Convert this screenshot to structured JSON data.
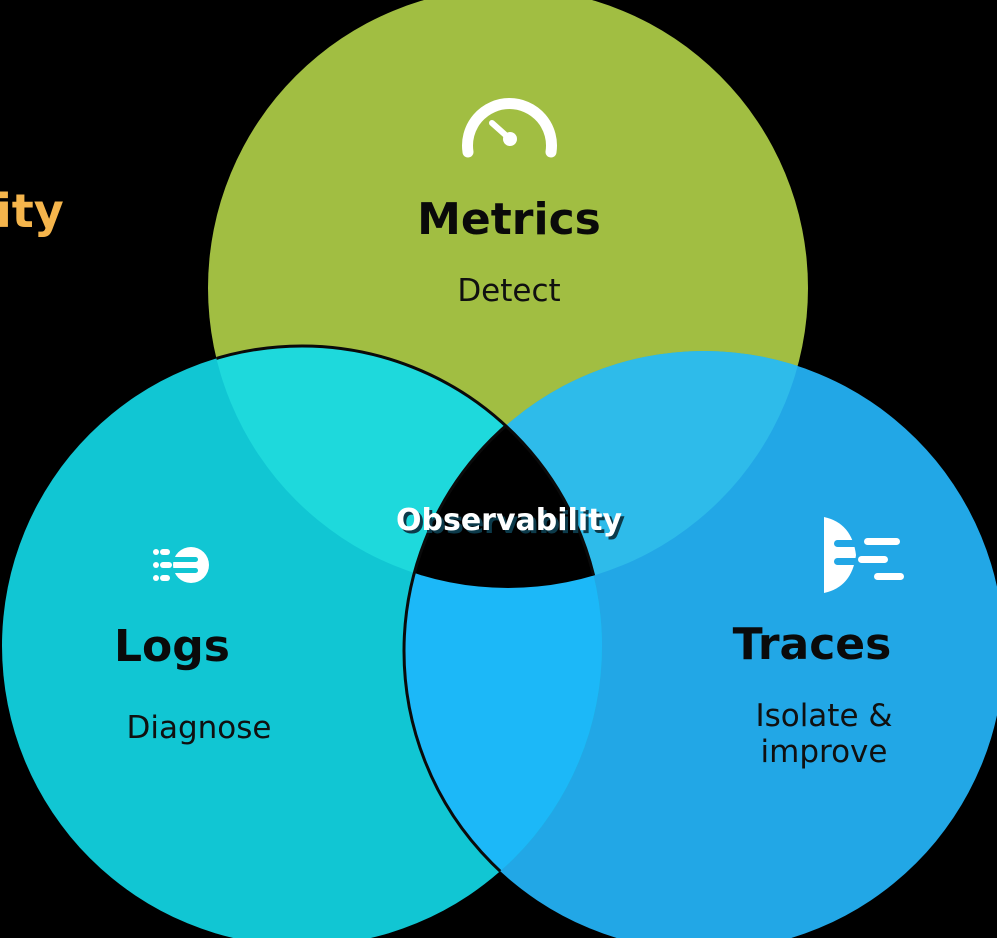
{
  "page_title_fragment": "ity",
  "center_label": "Observability",
  "circles": {
    "metrics": {
      "title": "Metrics",
      "subtitle": "Detect",
      "icon": "gauge-icon",
      "color": "#a1be42"
    },
    "logs": {
      "title": "Logs",
      "subtitle": "Diagnose",
      "icon": "log-lines-icon",
      "color": "#11c6d3"
    },
    "traces": {
      "title": "Traces",
      "subtitle_line1": "Isolate &",
      "subtitle_line2": "improve",
      "icon": "trace-lines-icon",
      "color": "#22a7e6"
    }
  },
  "colors": {
    "background": "#000000",
    "title_accent": "#f5b54c",
    "overlap_metrics_logs": "#1ed9dc",
    "overlap_metrics_traces": "#2ebbea",
    "overlap_logs_traces": "#1cb8f8",
    "center": "#000000"
  }
}
